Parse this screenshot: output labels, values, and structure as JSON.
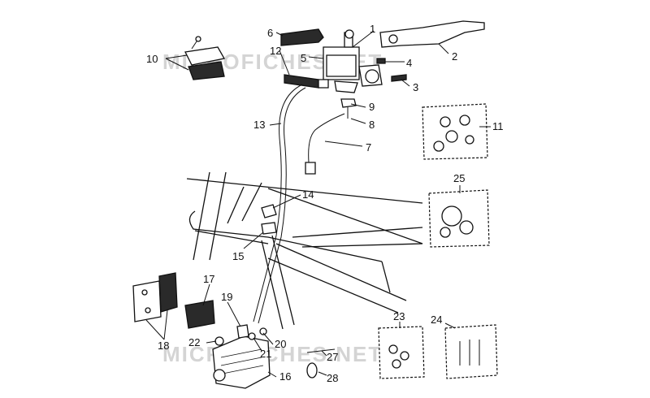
{
  "watermarks": {
    "top": "MICROFICHES.NET",
    "bottom": "MICROFICHES.NET"
  },
  "callouts": [
    {
      "id": "c1",
      "text": "1"
    },
    {
      "id": "c2",
      "text": "2"
    },
    {
      "id": "c3",
      "text": "3"
    },
    {
      "id": "c4",
      "text": "4"
    },
    {
      "id": "c5",
      "text": "5"
    },
    {
      "id": "c6",
      "text": "6"
    },
    {
      "id": "c7",
      "text": "7"
    },
    {
      "id": "c8",
      "text": "8"
    },
    {
      "id": "c9",
      "text": "9"
    },
    {
      "id": "c10",
      "text": "10"
    },
    {
      "id": "c11",
      "text": "11"
    },
    {
      "id": "c12",
      "text": "12"
    },
    {
      "id": "c13",
      "text": "13"
    },
    {
      "id": "c14",
      "text": "14"
    },
    {
      "id": "c15",
      "text": "15"
    },
    {
      "id": "c16",
      "text": "16"
    },
    {
      "id": "c17",
      "text": "17"
    },
    {
      "id": "c18",
      "text": "18"
    },
    {
      "id": "c19",
      "text": "19"
    },
    {
      "id": "c20",
      "text": "20"
    },
    {
      "id": "c21",
      "text": "21"
    },
    {
      "id": "c22",
      "text": "22"
    },
    {
      "id": "c23",
      "text": "23"
    },
    {
      "id": "c24",
      "text": "24"
    },
    {
      "id": "c25",
      "text": "25"
    },
    {
      "id": "c27",
      "text": "27"
    },
    {
      "id": "c28",
      "text": "28"
    }
  ]
}
